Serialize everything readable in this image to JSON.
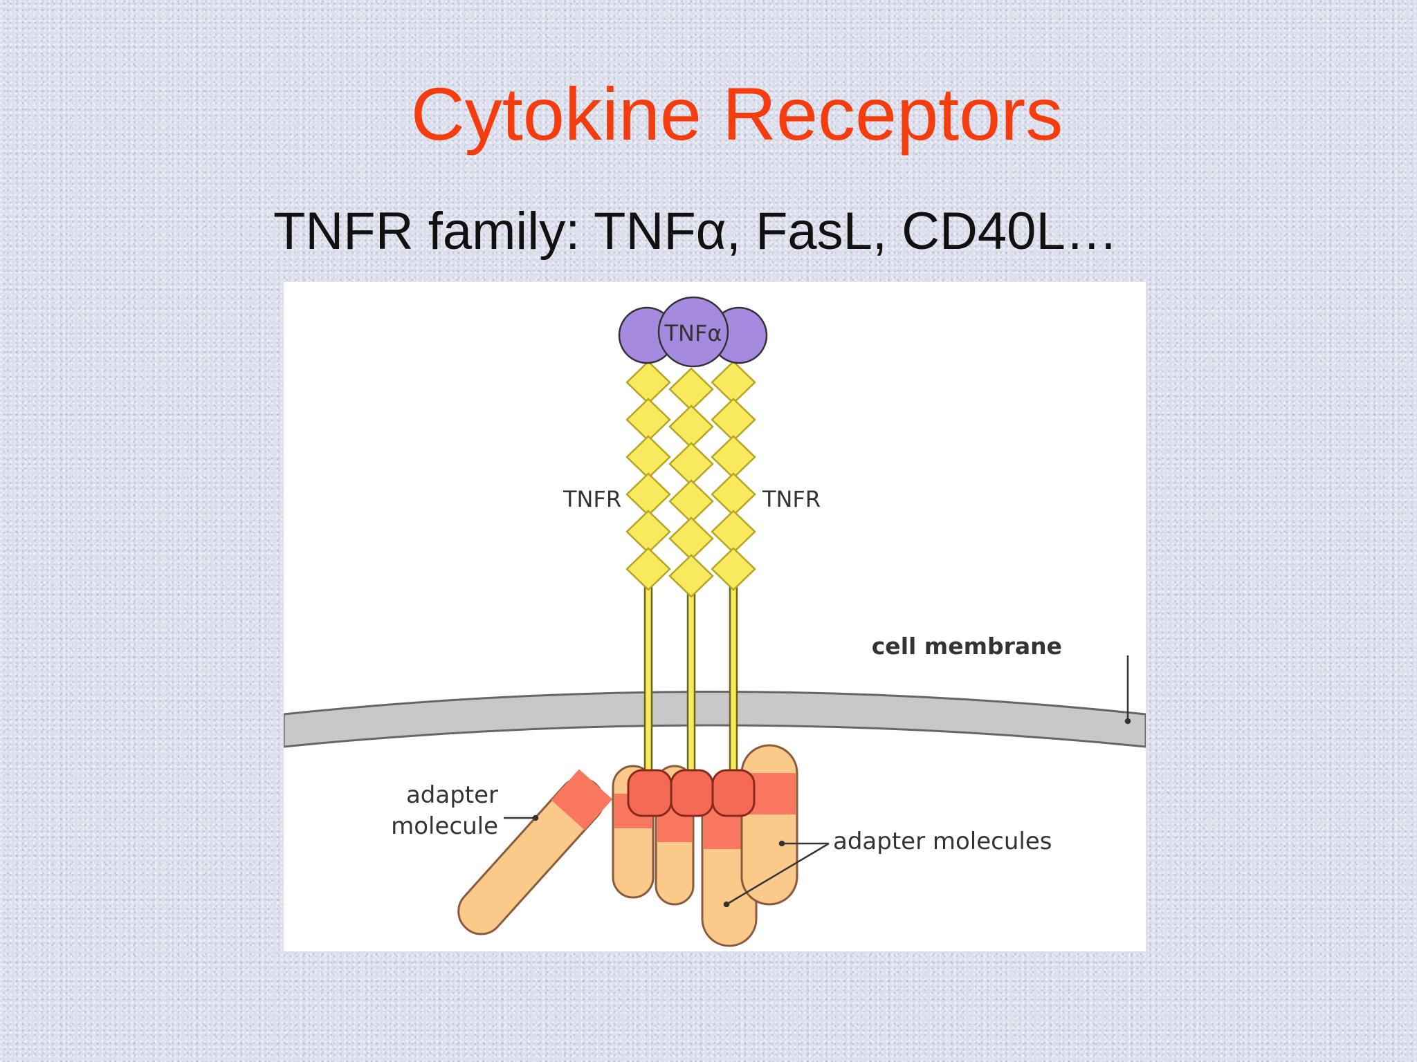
{
  "slide": {
    "title": "Cytokine Receptors",
    "subtitle": "TNFR family: TNFα, FasL, CD40L…"
  },
  "diagram": {
    "ligand_label": "TNFα",
    "receptor_label_left": "TNFR",
    "receptor_label_right": "TNFR",
    "membrane_label": "cell membrane",
    "adapter_label_left_line1": "adapter",
    "adapter_label_left_line2": "molecule",
    "adapter_label_right": "adapter molecules",
    "colors": {
      "title": "#f53c0e",
      "ligand": "#a58ae0",
      "receptor": "#f8ea5c",
      "membrane": "#c8c8c8",
      "adapter_light": "#fbc98a",
      "adapter_band": "#f8775e",
      "death_domain": "#f46a55"
    }
  }
}
